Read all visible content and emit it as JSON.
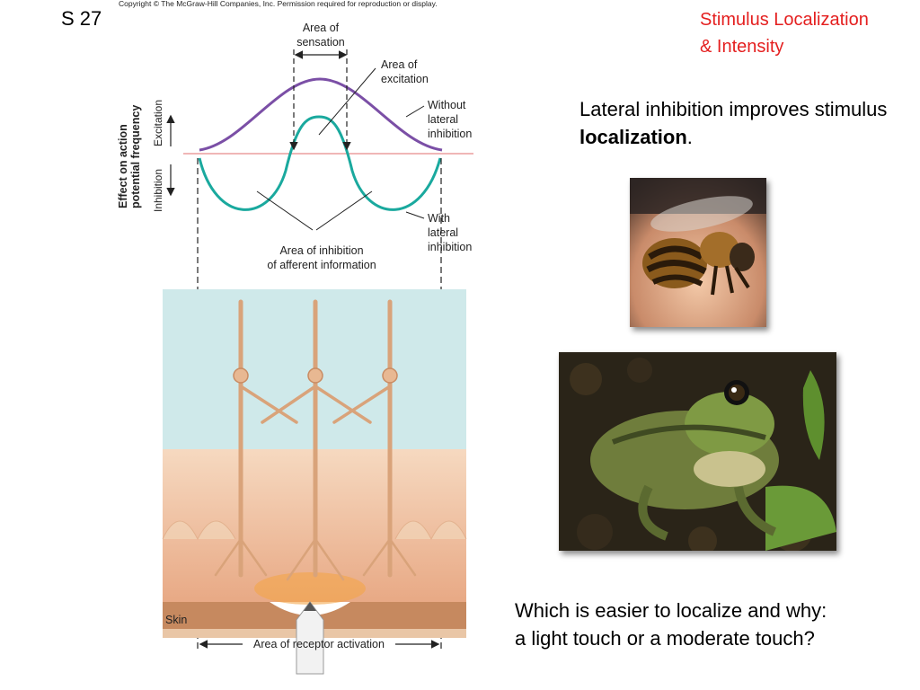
{
  "slide": {
    "number": "S 27",
    "copyright": "Copyright © The McGraw-Hill Companies, Inc. Permission required for reproduction or display."
  },
  "title": {
    "line1": "Stimulus Localization",
    "line2": "& Intensity"
  },
  "lead": {
    "text_before": "Lateral inhibition improves stimulus ",
    "bold": "localization",
    "text_after": "."
  },
  "question": {
    "line1": "Which is easier to localize and why:",
    "line2": "a light touch or a moderate touch?"
  },
  "figure": {
    "area_of_sensation": [
      "Area of",
      "sensation"
    ],
    "area_of_excitation": [
      "Area of",
      "excitation"
    ],
    "without_lateral_inhibition": [
      "Without",
      "lateral",
      "inhibition"
    ],
    "with_lateral_inhibition": [
      "With",
      "lateral",
      "inhibition"
    ],
    "area_of_inhibition": [
      "Area of inhibition",
      "of afferent information"
    ],
    "y_axis_title": [
      "Effect on action",
      "potential frequency"
    ],
    "excitation_label": "Excitation",
    "inhibition_label": "Inhibition",
    "skin_label": "Skin",
    "area_of_receptor_activation": "Area of receptor activation"
  },
  "colors": {
    "title": "#e41f1f",
    "without_curve": "#7b4fa6",
    "with_curve": "#1aa99e",
    "baseline": "#e88a8a",
    "nerve_tissue": "#cfe9ea",
    "skin": "#f1c9a8"
  },
  "images": {
    "bee": "bee-photo",
    "frog": "frog-photo"
  }
}
